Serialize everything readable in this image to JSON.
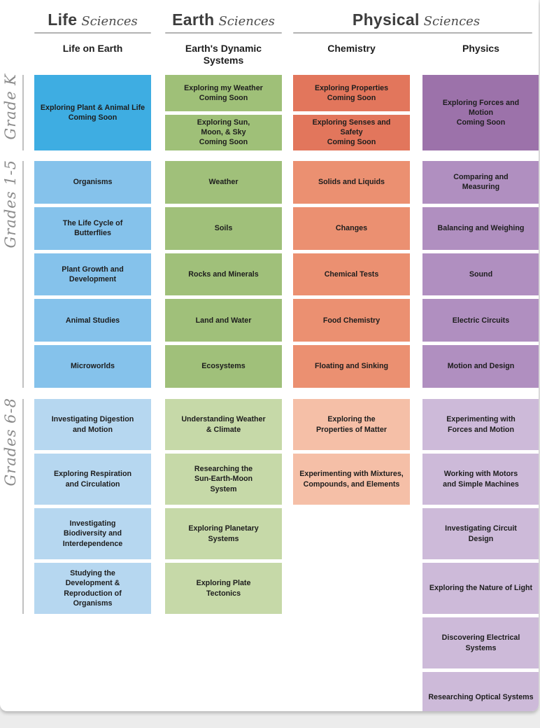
{
  "sections": [
    {
      "bold": "Life",
      "italic": "Sciences"
    },
    {
      "bold": "Earth",
      "italic": "Sciences"
    },
    {
      "bold": "Physical",
      "italic": "Sciences"
    }
  ],
  "column_headers": [
    "Life on Earth",
    "Earth's Dynamic Systems",
    "Chemistry",
    "Physics"
  ],
  "column_keys": [
    "life",
    "earth",
    "chemistry",
    "physics"
  ],
  "colors": {
    "life": {
      "k": "#3EADE2",
      "g15": "#85C2EB",
      "g68": "#B6D7F0"
    },
    "earth": {
      "k": "#9FC078",
      "g15": "#A0C07A",
      "g68": "#C6D9A8"
    },
    "chemistry": {
      "k": "#E2765C",
      "g15": "#EB9071",
      "g68": "#F5BFA7"
    },
    "physics": {
      "k": "#9C72AA",
      "g15": "#B08FC0",
      "g68": "#CDBAD9"
    }
  },
  "bands": [
    {
      "id": "k",
      "label": "Grade K",
      "columns": {
        "life": [
          "Exploring Plant & Animal Life\nComing Soon"
        ],
        "earth": [
          "Exploring my Weather\nComing Soon",
          "Exploring Sun,\nMoon, & Sky\nComing Soon"
        ],
        "chemistry": [
          "Exploring Properties\nComing Soon",
          "Exploring Senses and\nSafety\nComing Soon"
        ],
        "physics": [
          "Exploring Forces and\nMotion\nComing Soon"
        ]
      }
    },
    {
      "id": "g15",
      "label": "Grades 1-5",
      "columns": {
        "life": [
          "Organisms",
          "The Life Cycle of\nButterflies",
          "Plant Growth and\nDevelopment",
          "Animal Studies",
          "Microworlds"
        ],
        "earth": [
          "Weather",
          "Soils",
          "Rocks and Minerals",
          "Land and Water",
          "Ecosystems"
        ],
        "chemistry": [
          "Solids and Liquids",
          "Changes",
          "Chemical Tests",
          "Food Chemistry",
          "Floating and Sinking"
        ],
        "physics": [
          "Comparing and\nMeasuring",
          "Balancing and Weighing",
          "Sound",
          "Electric Circuits",
          "Motion and Design"
        ]
      }
    },
    {
      "id": "g68",
      "label": "Grades 6-8",
      "columns": {
        "life": [
          "Investigating Digestion\nand Motion",
          "Exploring Respiration\nand Circulation",
          "Investigating\nBiodiversity and\nInterdependence",
          "Studying the\nDevelopment &\nReproduction of\nOrganisms"
        ],
        "earth": [
          "Understanding Weather\n& Climate",
          "Researching the\nSun-Earth-Moon\nSystem",
          "Exploring Planetary\nSystems",
          "Exploring Plate\nTectonics"
        ],
        "chemistry": [
          "Exploring the\nProperties of Matter",
          "Experimenting with Mixtures,\nCompounds, and Elements"
        ],
        "physics": [
          "Experimenting with\nForces and Motion",
          "Working with Motors\nand Simple Machines",
          "Investigating Circuit\nDesign",
          "Exploring the Nature of Light",
          "Discovering Electrical Systems",
          "Researching Optical Systems"
        ]
      }
    }
  ]
}
